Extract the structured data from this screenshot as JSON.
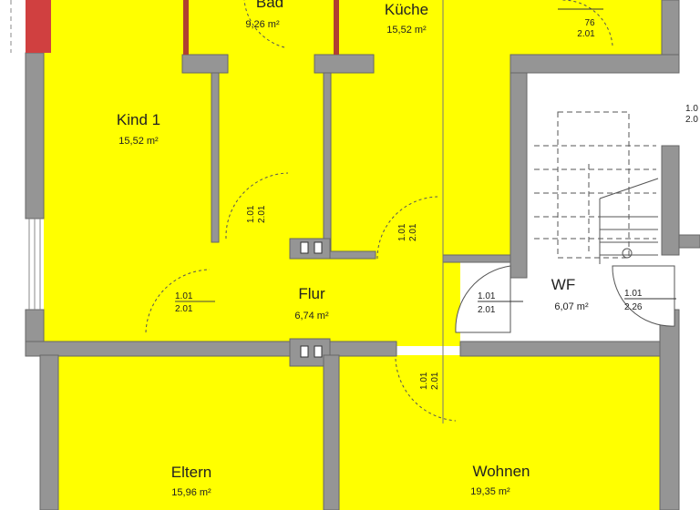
{
  "colors": {
    "room": "#ffff00",
    "wall": "#959595",
    "stair": "#ffffff",
    "accent_wall": "#d04040"
  },
  "rooms": [
    {
      "name": "Bad",
      "area": "9,26 m²"
    },
    {
      "name": "Küche",
      "area": "15,52 m²"
    },
    {
      "name": "Kind 1",
      "area": "15,52 m²"
    },
    {
      "name": "Flur",
      "area": "6,74 m²"
    },
    {
      "name": "WF",
      "area": "6,07 m²"
    },
    {
      "name": "Eltern",
      "area": "15,96 m²"
    },
    {
      "name": "Wohnen",
      "area": "19,35 m²"
    }
  ],
  "doors": [
    {
      "width": "76",
      "height": "2.01"
    },
    {
      "width": "1.01",
      "height": "2.01"
    },
    {
      "width": "1.01",
      "height": "2.01"
    },
    {
      "width": "1.01",
      "height": "2.01"
    },
    {
      "width": "1.01",
      "height": "2.01"
    },
    {
      "width": "1.01",
      "height": "2.26"
    },
    {
      "width": "1.01",
      "height": "2.01"
    },
    {
      "width": "1.0",
      "height": "2.0"
    }
  ]
}
